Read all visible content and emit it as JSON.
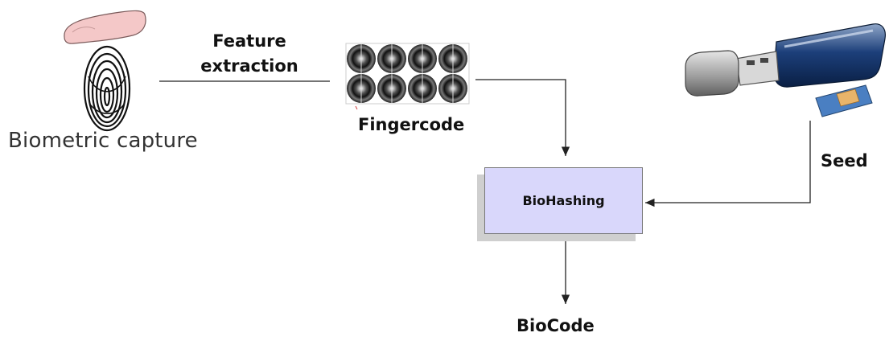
{
  "labels": {
    "feature_extraction_line1": "Feature",
    "feature_extraction_line2": "extraction",
    "biometric_capture": "Biometric capture",
    "fingercode": "Fingercode",
    "seed": "Seed",
    "biohashing": "BioHashing",
    "biocode": "BioCode"
  },
  "colors": {
    "process_box_fill": "#d9d7fb",
    "process_box_shadow": "#cfcfcf",
    "connector": "#222222",
    "finger_skin": "#f4c8c8"
  },
  "icons": {
    "capture": "fingerprint-icon",
    "fingercode": "fingercode-grid-icon",
    "token": "usb-token-icon",
    "card": "sim-card-icon"
  }
}
